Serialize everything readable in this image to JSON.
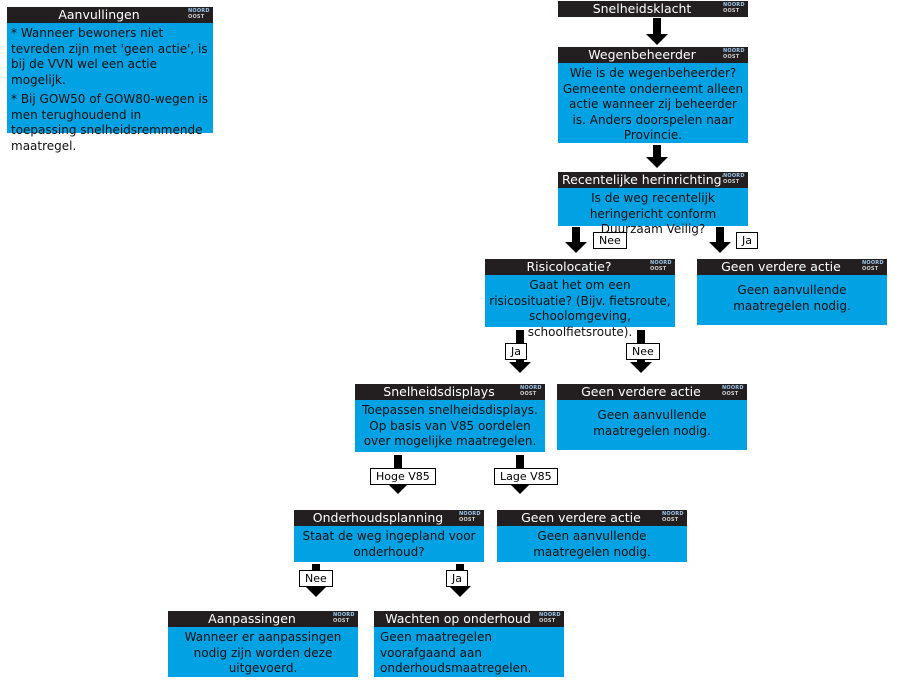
{
  "logo": {
    "line1": "NOORD",
    "line2": "OOST"
  },
  "boxes": {
    "aanvullingen": {
      "title": "Aanvullingen",
      "lines": [
        "* Wanneer bewoners niet tevreden zijn met 'geen actie', is bij de VVN wel een actie mogelijk.",
        "* Bij GOW50 of GOW80-wegen is men terughoudend in toepassing snelheidsremmende maatregel."
      ]
    },
    "snelheidsklacht": {
      "title": "Snelheidsklacht"
    },
    "wegenbeheerder": {
      "title": "Wegenbeheerder",
      "text": "Wie is de wegenbeheerder? Gemeente onderneemt alleen actie wanneer zij beheerder is. Anders doorspelen naar Provincie."
    },
    "herinrichting": {
      "title": "Recentelijke herinrichting?",
      "text": "Is de weg recentelijk heringericht conform Duurzaam Veilig?"
    },
    "geen1": {
      "title": "Geen verdere actie",
      "text": "Geen aanvullende maatregelen nodig."
    },
    "risicolocatie": {
      "title": "Risicolocatie?",
      "text": "Gaat het om een risicosituatie? (Bijv. fietsroute, schoolomgeving, schoolfietsroute)."
    },
    "geen2": {
      "title": "Geen verdere actie",
      "text": "Geen aanvullende maatregelen nodig."
    },
    "displays": {
      "title": "Snelheidsdisplays",
      "text": "Toepassen snelheidsdisplays. Op basis van V85 oordelen over mogelijke maatregelen."
    },
    "geen3": {
      "title": "Geen verdere actie",
      "text": "Geen aanvullende maatregelen nodig."
    },
    "onderhoud": {
      "title": "Onderhoudsplanning",
      "text": "Staat de weg ingepland voor onderhoud?"
    },
    "aanpassingen": {
      "title": "Aanpassingen",
      "text": "Wanneer er aanpassingen nodig zijn worden deze uitgevoerd."
    },
    "wachten": {
      "title": "Wachten op onderhoud",
      "text": "Geen maatregelen voorafgaand aan onderhoudsmaatregelen."
    }
  },
  "labels": {
    "nee1": "Nee",
    "ja1": "Ja",
    "ja2": "Ja",
    "nee2": "Nee",
    "hoog": "Hoge V85",
    "laag": "Lage V85",
    "nee3": "Nee",
    "ja3": "Ja"
  }
}
